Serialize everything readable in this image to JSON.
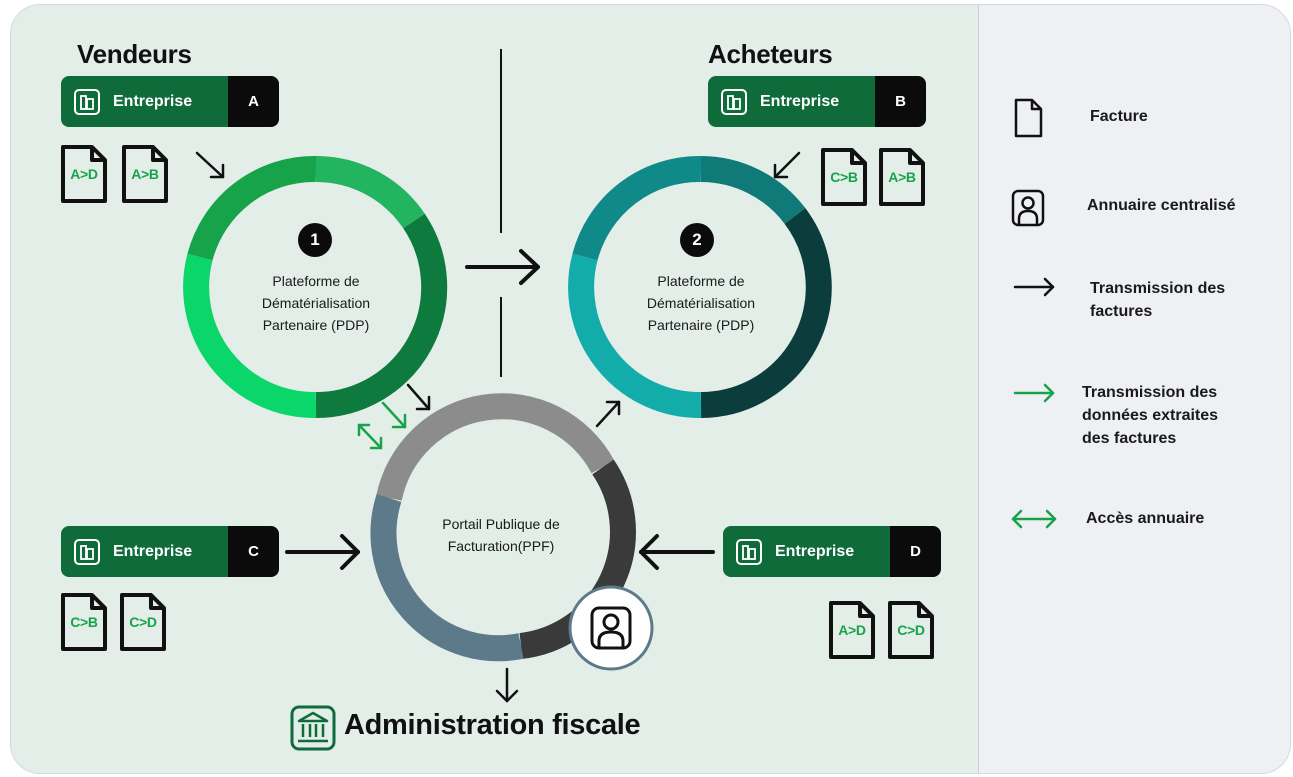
{
  "sections": {
    "vendeurs": "Vendeurs",
    "acheteurs": "Acheteurs"
  },
  "companies": [
    {
      "id": "A",
      "label": "Entreprise",
      "letter": "A"
    },
    {
      "id": "B",
      "label": "Entreprise",
      "letter": "B"
    },
    {
      "id": "C",
      "label": "Entreprise",
      "letter": "C"
    },
    {
      "id": "D",
      "label": "Entreprise",
      "letter": "D"
    }
  ],
  "documents": {
    "a": [
      "A>D",
      "A>B"
    ],
    "b": [
      "C>B",
      "A>B"
    ],
    "c": [
      "C>B",
      "C>D"
    ],
    "d": [
      "A>D",
      "C>D"
    ]
  },
  "pdp1": {
    "number": "1",
    "lines": [
      "Plateforme de",
      "Dématérialisation",
      "Partenaire (PDP)"
    ]
  },
  "pdp2": {
    "number": "2",
    "lines": [
      "Plateforme de",
      "Dématérialisation",
      "Partenaire (PDP)"
    ]
  },
  "ppf": {
    "lines": [
      "Portail Publique de",
      "Facturation(PPF)"
    ]
  },
  "admin": {
    "label": "Administration fiscale"
  },
  "legend": [
    {
      "icon": "document-icon",
      "lines": [
        "Facture"
      ]
    },
    {
      "icon": "directory-icon",
      "lines": [
        "Annuaire centralisé"
      ]
    },
    {
      "icon": "black-arrow-icon",
      "lines": [
        "Transmission des",
        "factures"
      ]
    },
    {
      "icon": "green-arrow-icon",
      "lines": [
        "Transmission des",
        "données extraites",
        "des factures"
      ]
    },
    {
      "icon": "double-arrow-icon",
      "lines": [
        "Accès annuaire"
      ]
    }
  ],
  "colors": {
    "brand_green": "#0f6b3a",
    "bright_green": "#17a34a",
    "teal": "#0f7a78",
    "dark": "#0b0b0b"
  }
}
